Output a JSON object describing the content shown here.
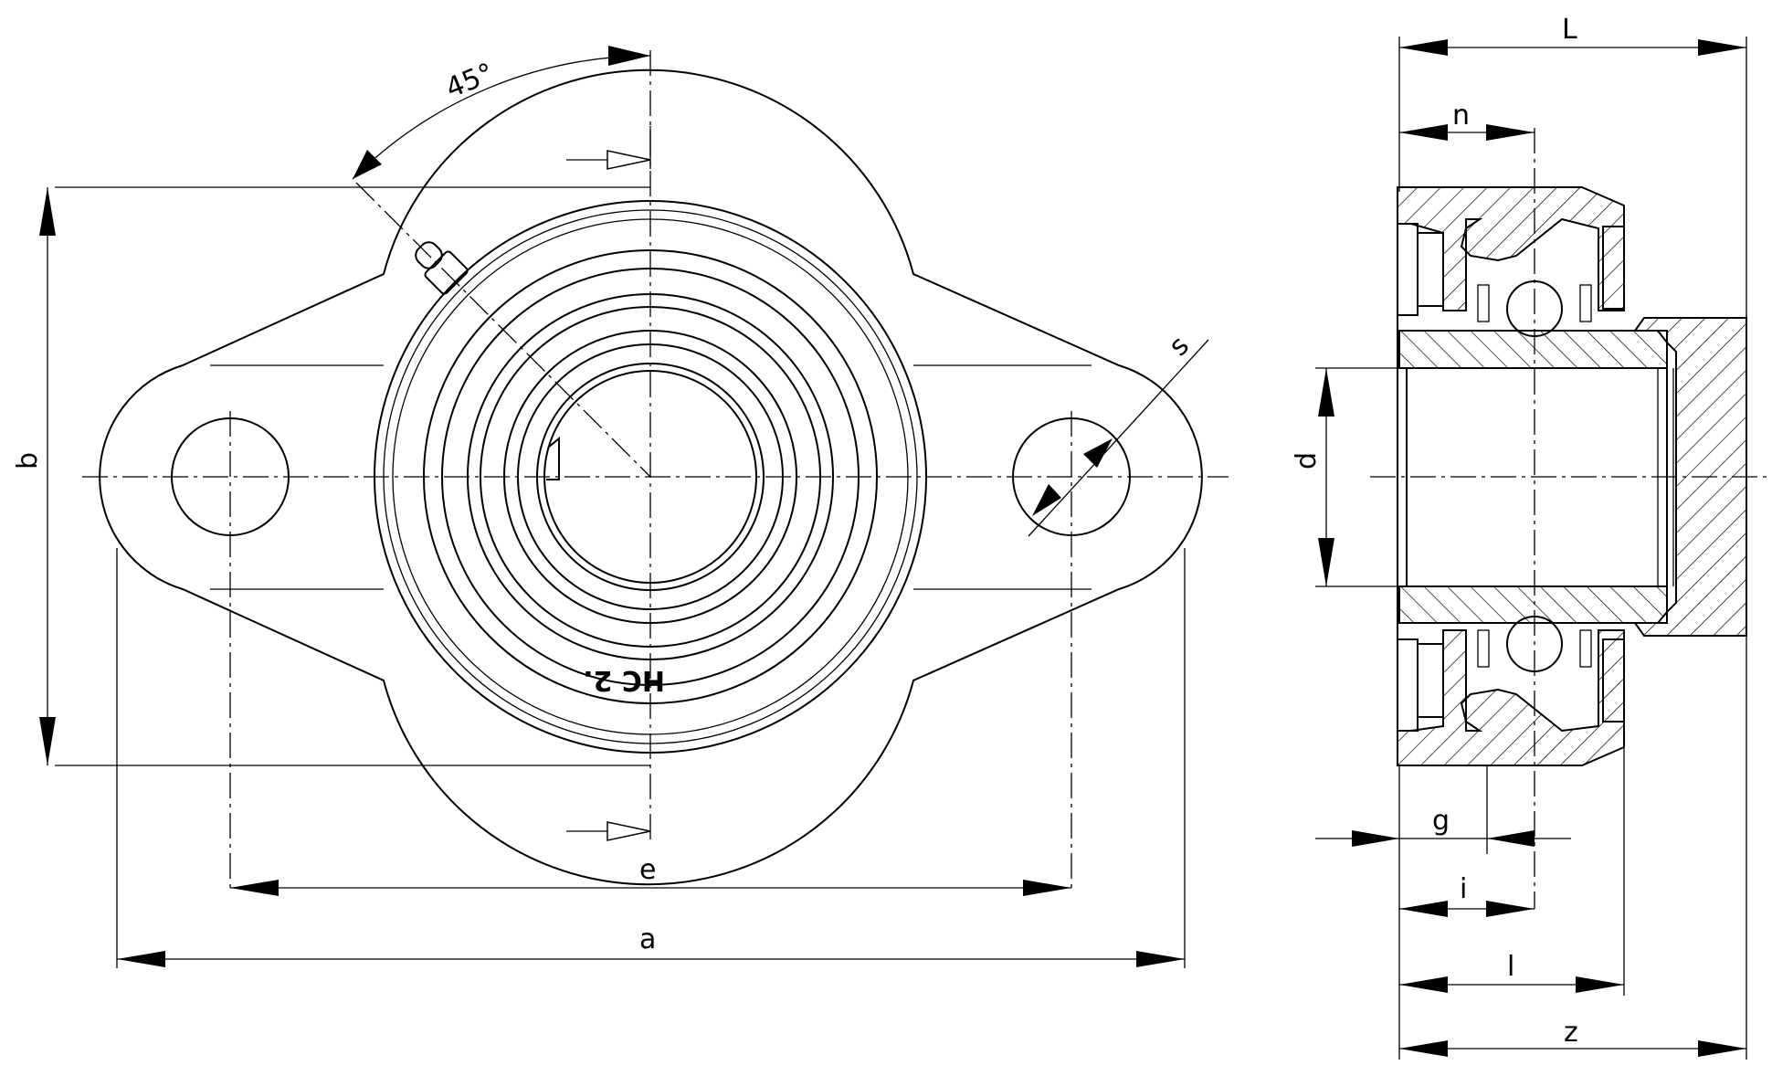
{
  "labels": {
    "angle": "45°",
    "a": "a",
    "b": "b",
    "e": "e",
    "s": "s",
    "d": "d",
    "L": "L",
    "n": "n",
    "g": "g",
    "i": "i",
    "l": "l",
    "z": "z"
  },
  "marking": "HC 2."
}
